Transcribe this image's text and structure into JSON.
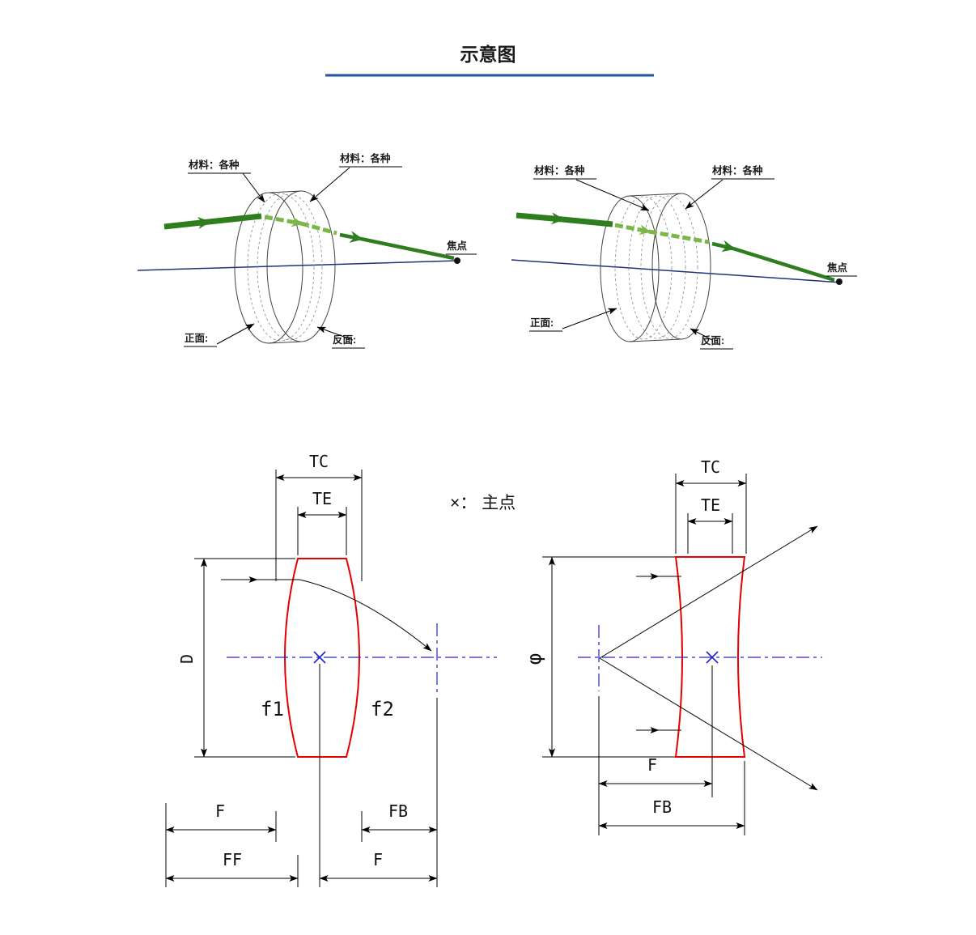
{
  "title": "示意图",
  "diagram_top_left": {
    "material_front": "材料：各种",
    "material_back": "材料：各种",
    "focus": "焦点",
    "front_face": "正面:",
    "back_face": "反面:"
  },
  "diagram_top_right": {
    "material_front": "材料：各种",
    "material_back": "材料：各种",
    "focus": "焦点",
    "front_face": "正面:",
    "back_face": "反面:"
  },
  "note_principal_point": "×： 主点",
  "diagram_bottom_left": {
    "dim_tc": "TC",
    "dim_te": "TE",
    "dim_d": "D",
    "label_f1": "f1",
    "label_f2": "f2",
    "dim_f_front": "F",
    "dim_fb": "FB",
    "dim_ff": "FF",
    "dim_f_back": "F"
  },
  "diagram_bottom_right": {
    "dim_tc": "TC",
    "dim_te": "TE",
    "dim_phi": "φ",
    "dim_f": "F",
    "dim_fb": "FB"
  },
  "colors": {
    "ray_green_dark": "#2e7d1e",
    "ray_green_light": "#7ab648",
    "axis_navy": "#22307a",
    "lens_red": "#e60000",
    "centerline_blue": "#2323d6",
    "title_underline_blue": "#1e56a0"
  }
}
